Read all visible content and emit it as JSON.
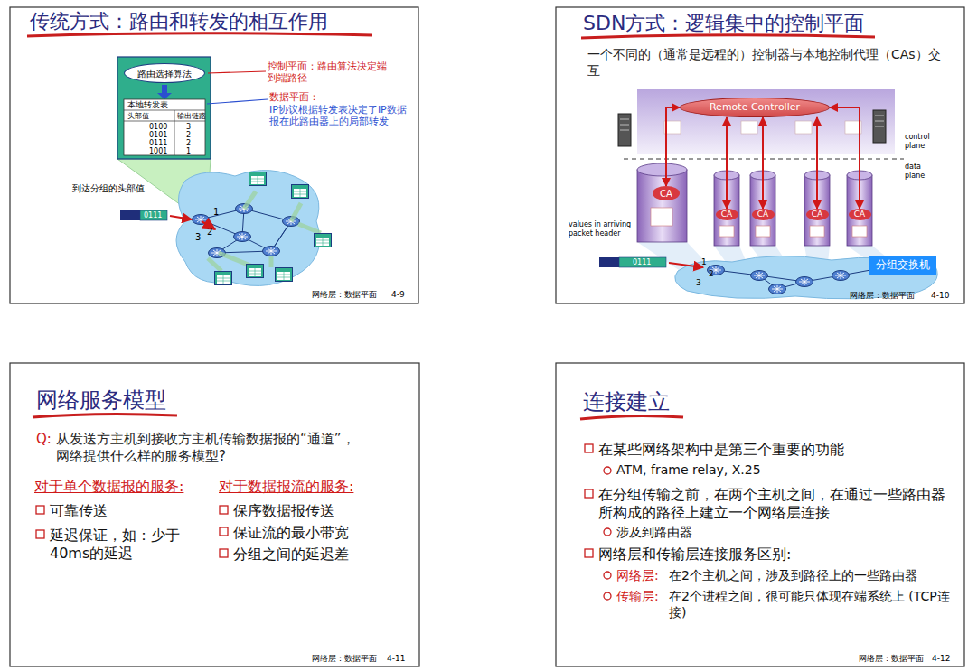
{
  "diagram": {
    "nodes": [
      {
        "text": [
          "传统方式：路由和转发的相互作用"
        ]
      },
      {
        "text": [
          "本地转发表"
        ],
        "in": 0
      },
      {
        "text": [
          "路由选择算法"
        ],
        "in": 1
      },
      {
        "text": [
          "SDN方式：逻辑集中的控制平面",
          "一个不同的（通常是远程的）控制器与本地控制代理（CAs）交互"
        ]
      },
      {
        "text": [
          "Remote Controller"
        ],
        "in": 3
      },
      {
        "text": [
          "CA"
        ],
        "in": 3
      },
      {
        "text": [
          "CA"
        ],
        "in": 3
      },
      {
        "text": [
          "CA"
        ],
        "in": 3
      },
      {
        "text": [
          "CA"
        ],
        "in": 3
      },
      {
        "text": [
          "CA"
        ],
        "in": 3
      },
      {
        "text": [
          "分组交换机"
        ],
        "in": 3
      },
      {
        "text": [
          "网络服务模型",
          "Q:",
          "从发送方主机到接收方主机传输数据报的“通道”，网络提供什么样的服务模型?",
          "对于单个数据报的服务:",
          "可靠传送",
          "延迟保证，如：少于40ms的延迟",
          "对于数据报流的服务:",
          "保序数据报传送",
          "保证流的最小带宽",
          "分组之间的延迟差"
        ]
      },
      {
        "text": [
          "连接建立",
          "在某些网络架构中是第三个重要的功能",
          "ATM, frame relay, X.25",
          "在分组传输之前，在两个主机之间，在通过一些路由器所构成的路径上建立一个网络层连接",
          "涉及到路由器",
          "网络层和传输层连接服务区别:",
          "网络层:",
          "在2个主机之间，涉及到路径上的一些路由器",
          "传输层:",
          "在2个进程之间，很可能只体现在端系统上 (TCP连接)"
        ]
      }
    ],
    "edges": [
      {
        "from": 4,
        "to": 5,
        "arrow": "both"
      },
      {
        "from": 4,
        "to": 6,
        "arrow": "both"
      },
      {
        "from": 4,
        "to": 7,
        "arrow": "both"
      },
      {
        "from": 4,
        "to": 8,
        "arrow": "both"
      },
      {
        "from": 4,
        "to": 9,
        "arrow": "both"
      }
    ],
    "labels": [
      "控制平面：路由算法决定端到端路径",
      "数据平面：",
      "IP协议根据转发表决定了IP数据报在此路由器上的局部转发",
      "头部值",
      "输出链路",
      "0100",
      "3",
      "0101",
      "2",
      "0111",
      "2",
      "1001",
      "1",
      "到达分组的头部值",
      "0111",
      "1",
      "2",
      "3",
      "网络层：数据平面",
      "4-9",
      "control plane",
      "data plane",
      "values in arriving packet header",
      "0111",
      "1",
      "2",
      "3",
      "网络层：数据平面",
      "4-10",
      "网络层：数据平面",
      "4-11",
      "网络层：数据平面",
      "4-12"
    ]
  }
}
